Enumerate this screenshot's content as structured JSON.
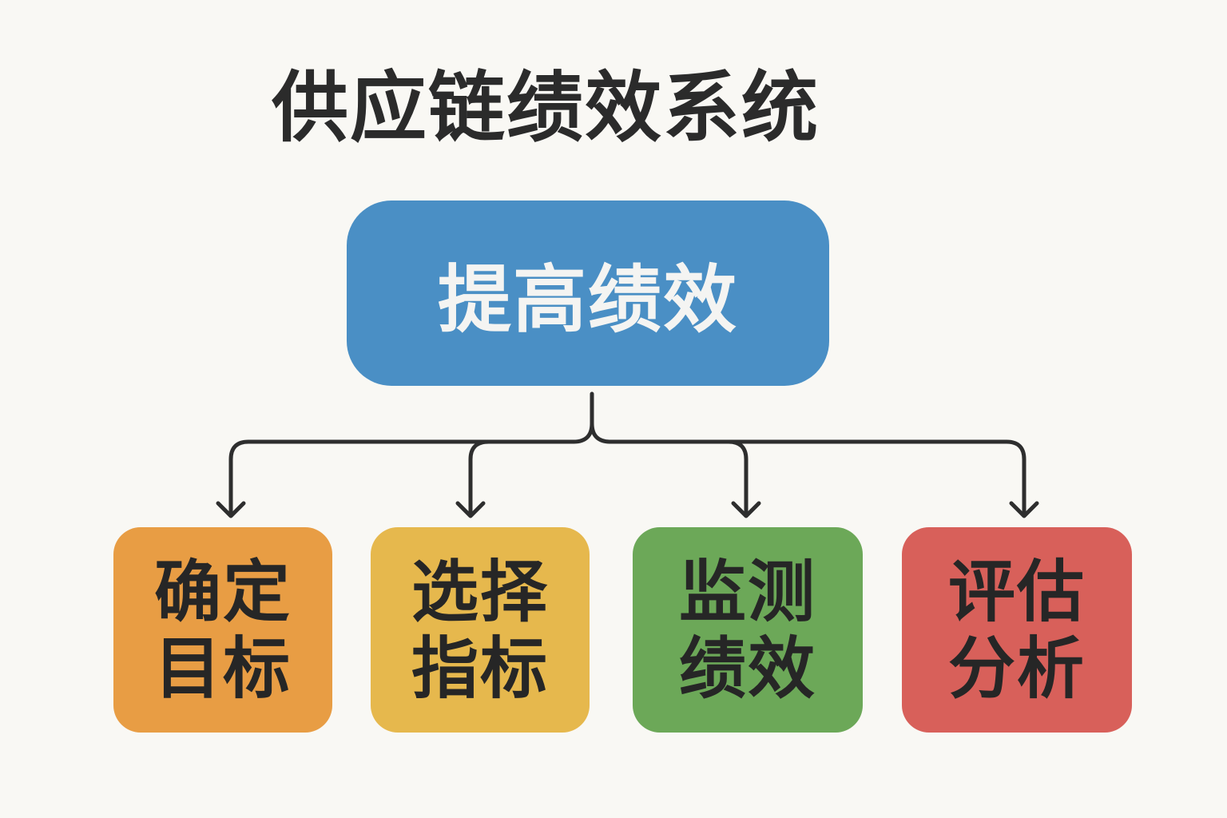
{
  "title": "供应链绩效系统",
  "root": {
    "label": "提高绩效",
    "color": "#4a8fc5"
  },
  "connector_color": "#2e2e2e",
  "children": [
    {
      "line1": "确定",
      "line2": "目标",
      "color": "#e89d44"
    },
    {
      "line1": "选择",
      "line2": "指标",
      "color": "#e6b84d"
    },
    {
      "line1": "监测",
      "line2": "绩效",
      "color": "#6ca858"
    },
    {
      "line1": "评估",
      "line2": "分析",
      "color": "#d8605a"
    }
  ]
}
